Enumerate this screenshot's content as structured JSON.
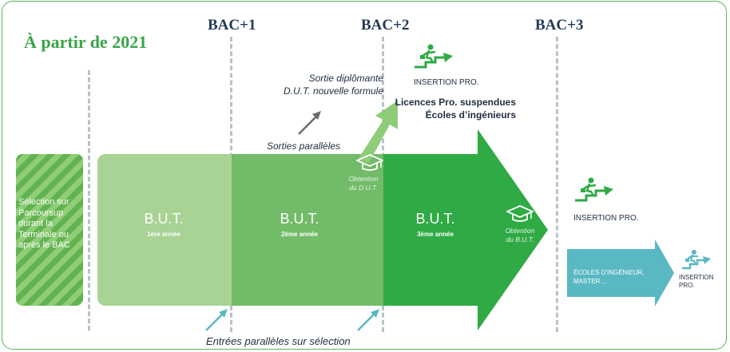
{
  "headline": "À partir de 2021",
  "milestones": [
    "BAC+1",
    "BAC+2",
    "BAC+3"
  ],
  "selection_text": "Sélection sur Parcoursup durant la Terminale ou après le BAC",
  "years": [
    {
      "title": "B.U.T.",
      "label": "1ère année"
    },
    {
      "title": "B.U.T.",
      "label": "2ème année"
    },
    {
      "title": "B.U.T.",
      "label": "3ème année"
    }
  ],
  "labels": {
    "sortie_diplomante_line1": "Sortie diplômante",
    "sortie_diplomante_line2": "D.U.T. nouvelle formule",
    "sorties_paralleles": "Sorties parallèles",
    "licences": "Licences Pro. suspendues",
    "ecoles": "Écoles d’ingénieurs",
    "obtention_dut_line1": "Obtention",
    "obtention_dut_line2": "du D.U.T.",
    "obtention_but_line1": "Obtention",
    "obtention_but_line2": "du B.U.T.",
    "insertion_top": "INSERTION PRO.",
    "insertion_mid": "INSERTION PRO.",
    "insertion_right_line1": "INSERTION",
    "insertion_right_line2": "PRO.",
    "ecoles_master_line1": "ÉCOLES D'INGÉNIEUR,",
    "ecoles_master_line2": "MASTER ...",
    "entrees": "Entrées parallèles sur sélection"
  },
  "colors": {
    "green_dark": "#2faa44",
    "green_mid": "#72bb69",
    "green_light": "#a8d394",
    "teal": "#5ab8c3",
    "navy": "#253a57"
  },
  "icons": [
    "career-climb-icon",
    "graduation-cap-icon",
    "up-right-arrow-icon"
  ]
}
